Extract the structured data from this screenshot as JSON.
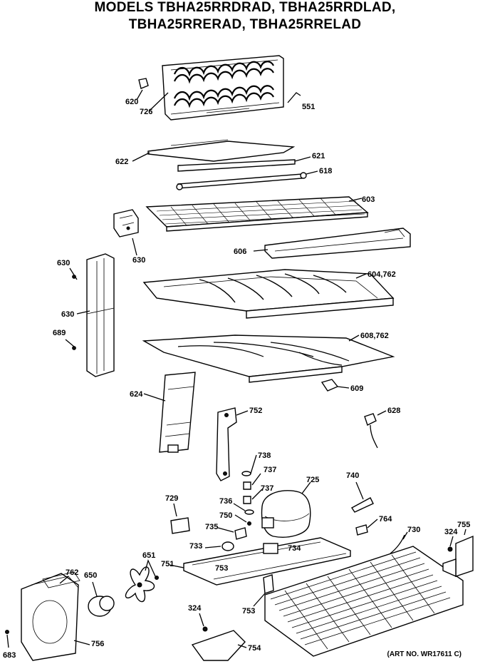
{
  "title": {
    "line1": "MODELS TBHA25RRDRAD, TBHA25RRDLAD,",
    "line2": "TBHA25RRERAD, TBHA25RRELAD"
  },
  "art_number": "(ART NO. WR17611 C)",
  "labels": {
    "p620": "620",
    "p726": "726",
    "p551": "551",
    "p622": "622",
    "p621": "621",
    "p618": "618",
    "p603": "603",
    "p606": "606",
    "p630a": "630",
    "p630b": "630",
    "p630c": "630",
    "p689": "689",
    "p604": "604,762",
    "p608": "608,762",
    "p609": "609",
    "p624": "624",
    "p752": "752",
    "p628": "628",
    "p738": "738",
    "p737a": "737",
    "p737b": "737",
    "p725": "725",
    "p740": "740",
    "p729": "729",
    "p736": "736",
    "p750": "750",
    "p764": "764",
    "p730": "730",
    "p324a": "324",
    "p755": "755",
    "p735": "735",
    "p733": "733",
    "p734": "734",
    "p651": "651",
    "p650": "650",
    "p762": "762",
    "p751": "751",
    "p753a": "753",
    "p753b": "753",
    "p324b": "324",
    "p754": "754",
    "p756": "756",
    "p683": "683"
  }
}
